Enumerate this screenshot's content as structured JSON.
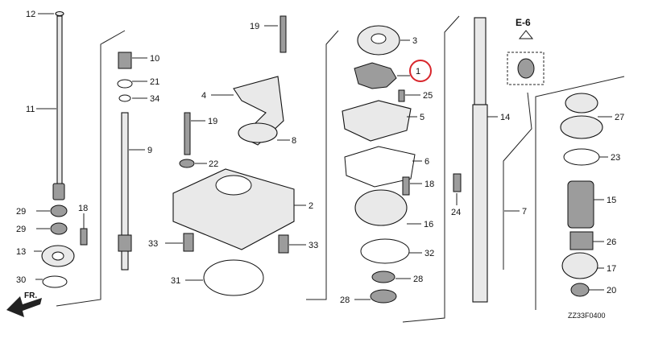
{
  "diagram": {
    "code": "ZZ33F0400",
    "front_marker": "FR.",
    "detail_label": "E-6",
    "highlight_color": "#d8262c",
    "callouts": [
      "12",
      "11",
      "29",
      "29",
      "18",
      "13",
      "30",
      "10",
      "21",
      "34",
      "9",
      "19",
      "4",
      "8",
      "19",
      "22",
      "2",
      "33",
      "33",
      "31",
      "3",
      "1",
      "25",
      "5",
      "6",
      "18",
      "16",
      "32",
      "28",
      "28",
      "14",
      "24",
      "7",
      "27",
      "23",
      "15",
      "26",
      "17",
      "20"
    ]
  }
}
